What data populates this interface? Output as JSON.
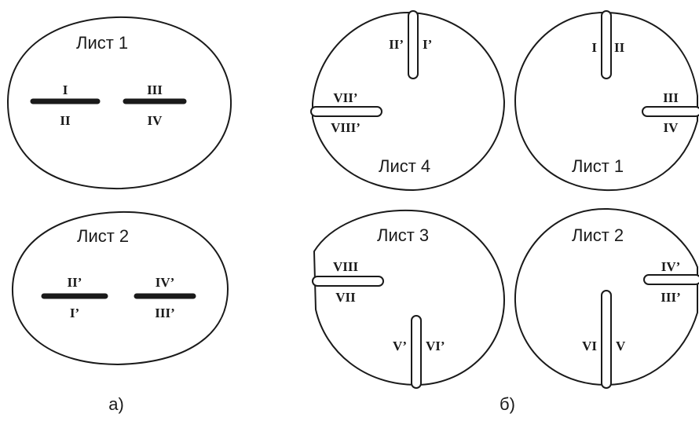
{
  "panel_a": {
    "caption": "а)",
    "sheet1": {
      "title": "Лист 1",
      "slit1_top": "I",
      "slit1_bottom": "II",
      "slit2_top": "III",
      "slit2_bottom": "IV"
    },
    "sheet2": {
      "title": "Лист 2",
      "slit1_top": "II’",
      "slit1_bottom": "I’",
      "slit2_top": "IV’",
      "slit2_bottom": "III’"
    }
  },
  "panel_b": {
    "caption": "б)",
    "sheet4": {
      "title": "Лист 4",
      "top_left": "II’",
      "top_right": "I’",
      "left_upper": "VII’",
      "left_lower": "VIII’"
    },
    "sheet1": {
      "title": "Лист 1",
      "top_left": "I",
      "top_right": "II",
      "right_upper": "III",
      "right_lower": "IV"
    },
    "sheet3": {
      "title": "Лист 3",
      "left_upper": "VIII",
      "left_lower": "VII",
      "bottom_left": "V’",
      "bottom_right": "VI’"
    },
    "sheet2": {
      "title": "Лист 2",
      "right_upper": "IV’",
      "right_lower": "III’",
      "bottom_left": "VI",
      "bottom_right": "V"
    }
  }
}
